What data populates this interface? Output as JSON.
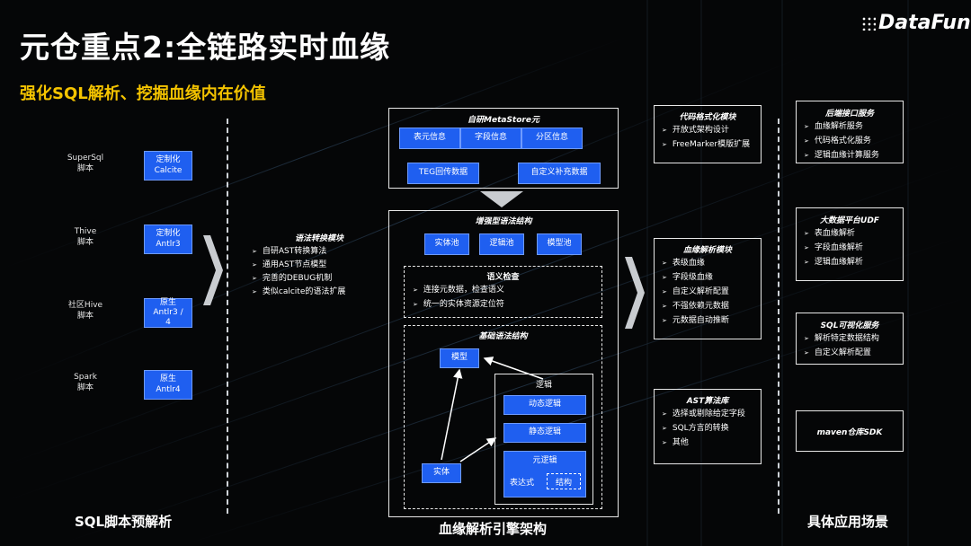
{
  "title": "元仓重点2:全链路实时血缘",
  "subtitle": "强化SQL解析、挖掘血缘内在价值",
  "logo": "DataFun.",
  "left": {
    "scripts": [
      {
        "label": "SuperSql\n脚本",
        "box": "定制化\nCalcite"
      },
      {
        "label": "Thive\n脚本",
        "box": "定制化\nAntlr3"
      },
      {
        "label": "社区Hive\n脚本",
        "box": "原生\nAntlr3 /\n4"
      },
      {
        "label": "Spark\n脚本",
        "box": "原生\nAntlr4"
      }
    ],
    "footer": "SQL脚本预解析"
  },
  "convert": {
    "title": "语法转换模块",
    "items": [
      "自研AST转换算法",
      "通用AST节点模型",
      "完善的DEBUG机制",
      "类似calcite的语法扩展"
    ]
  },
  "center": {
    "metastore": {
      "title": "自研MetaStore元",
      "row1": [
        "表元信息",
        "字段信息",
        "分区信息"
      ],
      "row2": [
        "TEG回传数据",
        "自定义补充数据"
      ]
    },
    "enhanced": {
      "title": "增强型语法结构",
      "pools": [
        "实体池",
        "逻辑池",
        "模型池"
      ],
      "semantic": {
        "title": "语义检查",
        "items": [
          "连接元数据，检查语义",
          "统一的实体资源定位符"
        ]
      },
      "basic": {
        "title": "基础语法结构",
        "model": "模型",
        "entity": "实体",
        "logic": {
          "title": "逻辑",
          "dynamic": "动态逻辑",
          "static": "静态逻辑",
          "meta": "元逻辑",
          "expr": "表达式",
          "struct": "结构"
        }
      }
    },
    "footer": "血缘解析引擎架构"
  },
  "modules": [
    {
      "title": "代码格式化模块",
      "items": [
        "开放式架构设计",
        "FreeMarker模版扩展"
      ]
    },
    {
      "title": "血缘解析模块",
      "items": [
        "表级血缘",
        "字段级血缘",
        "自定义解析配置",
        "不强依赖元数据",
        "元数据自动推断"
      ]
    },
    {
      "title": "AST算法库",
      "items": [
        "选择或剔除给定字段",
        "SQL方言的转换",
        "其他"
      ]
    }
  ],
  "apps": [
    {
      "title": "后端接口服务",
      "items": [
        "血缘解析服务",
        "代码格式化服务",
        "逻辑血缘计算服务"
      ]
    },
    {
      "title": "大数据平台UDF",
      "items": [
        "表血缘解析",
        "字段血缘解析",
        "逻辑血缘解析"
      ]
    },
    {
      "title": "SQL可视化服务",
      "items": [
        "解析特定数据结构",
        "自定义解析配置"
      ]
    },
    {
      "title": "maven仓库SDK",
      "items": []
    }
  ],
  "right_footer": "具体应用场景",
  "bullet": "➢"
}
